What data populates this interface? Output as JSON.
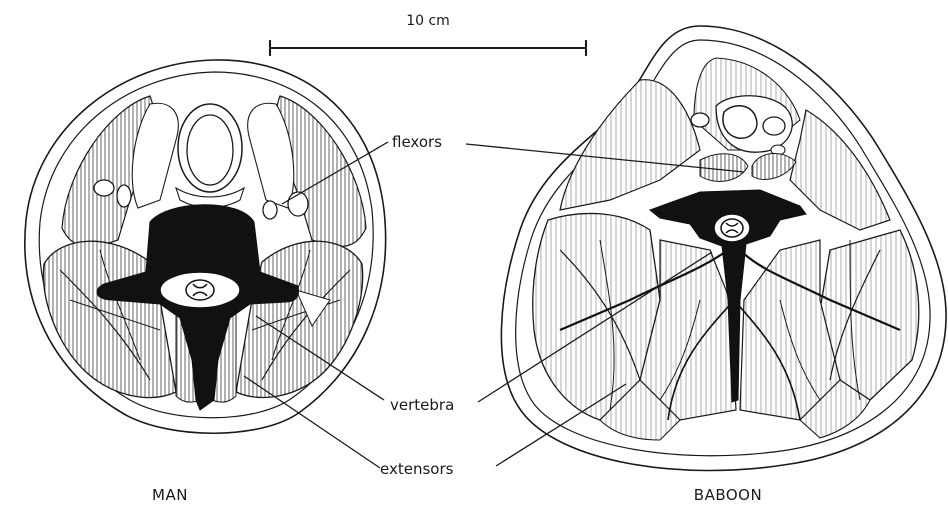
{
  "scale_bar": {
    "label": "10 cm"
  },
  "labels": {
    "flexors": "flexors",
    "vertebra": "vertebra",
    "extensors": "extensors"
  },
  "captions": {
    "man": "MAN",
    "baboon": "BABOON"
  },
  "colors": {
    "ink": "#1a1a1a",
    "bone": "#111111",
    "paper": "#ffffff"
  }
}
